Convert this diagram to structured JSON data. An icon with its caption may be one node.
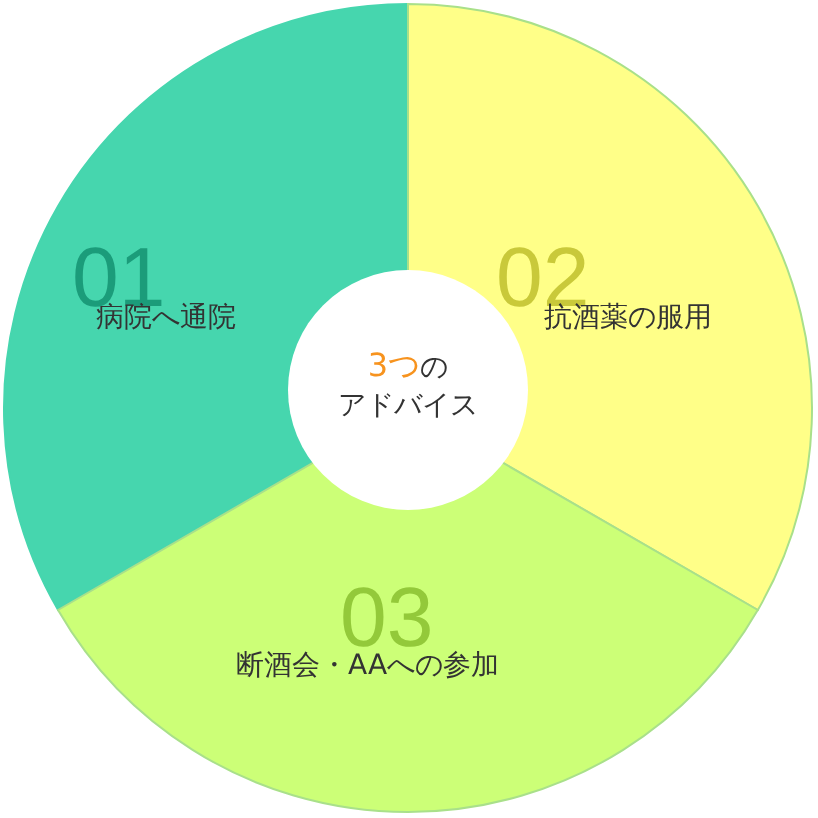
{
  "diagram": {
    "nodes": [
      {
        "text": [
          "01",
          "病院へ通院"
        ]
      },
      {
        "text": [
          "02",
          "抗酒薬の服用"
        ]
      },
      {
        "text": [
          "03",
          "断酒会・AAへの参加"
        ]
      },
      {
        "text": [
          "**3つ**の",
          "アドバイス"
        ]
      }
    ]
  }
}
